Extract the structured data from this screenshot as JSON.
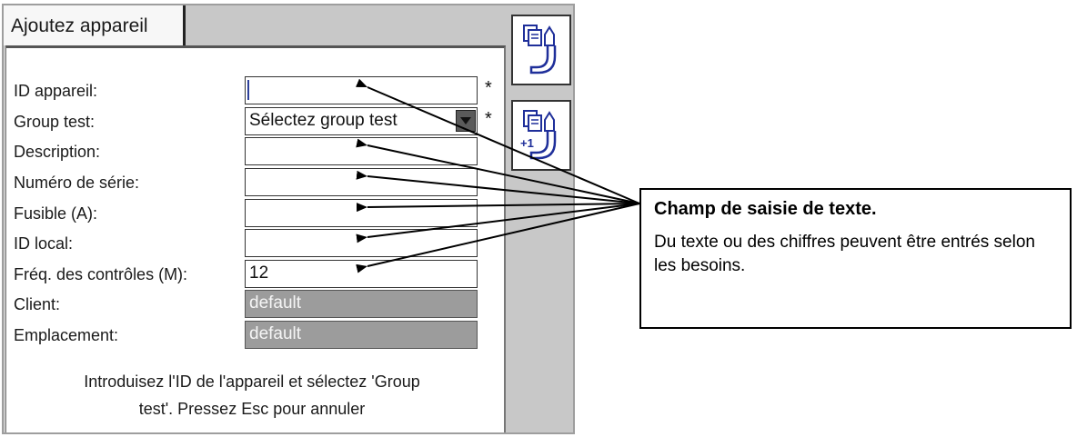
{
  "tab": {
    "label": "Ajoutez appareil"
  },
  "form": {
    "fields": [
      {
        "label": "ID appareil:",
        "value": "",
        "required": "*"
      },
      {
        "label": "Group test:",
        "value": "Sélectez group test",
        "required": "*"
      },
      {
        "label": "Description:",
        "value": ""
      },
      {
        "label": "Numéro de série:",
        "value": ""
      },
      {
        "label": "Fusible (A):",
        "value": ""
      },
      {
        "label": "ID local:",
        "value": ""
      },
      {
        "label": "Fréq. des contrôles (M):",
        "value": "12"
      },
      {
        "label": "Client:",
        "value": "default"
      },
      {
        "label": "Emplacement:",
        "value": "default"
      }
    ],
    "instruction_line1": "Introduisez l'ID de l'appareil et sélectez 'Group",
    "instruction_line2": "test'.  Pressez Esc pour annuler"
  },
  "side_buttons": [
    {
      "icon": "copy-device-icon"
    },
    {
      "icon": "copy-device-plus-one-icon",
      "badge": "+1"
    }
  ],
  "callout": {
    "title": "Champ de saisie de texte.",
    "body": "Du texte ou des chiffres peuvent être entrés selon les besoins."
  },
  "colors": {
    "icon_blue": "#1f2f9a",
    "readonly_field": "#9c9c9c",
    "frame": "#c8c8c8"
  }
}
